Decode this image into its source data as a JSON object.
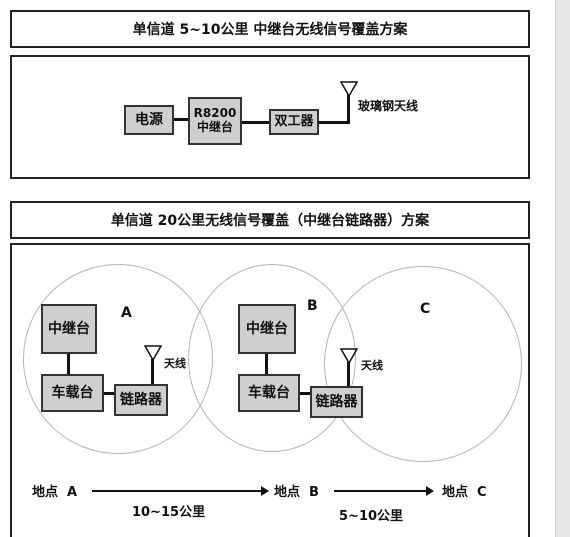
{
  "top": {
    "title": "单信道 5~10公里 中继台无线信号覆盖方案",
    "power": "电源",
    "repeater_line1": "R8200",
    "repeater_line2": "中继台",
    "duplexer": "双工器",
    "antenna": "玻璃钢天线"
  },
  "bottom": {
    "title": "单信道 20公里无线信号覆盖（中继台链路器）方案",
    "site_a": {
      "circle": "A",
      "repeater": "中继台",
      "vehicle": "车载台",
      "linker": "链路器",
      "antenna": "天线"
    },
    "site_b": {
      "circle": "B",
      "repeater": "中继台",
      "vehicle": "车载台",
      "linker": "链路器",
      "antenna": "天线"
    },
    "site_c": {
      "circle": "C"
    },
    "place_a": "地点  A",
    "place_b": "地点  B",
    "place_c": "地点  C",
    "dist_ab": "10~15公里",
    "dist_bc": "5~10公里"
  }
}
